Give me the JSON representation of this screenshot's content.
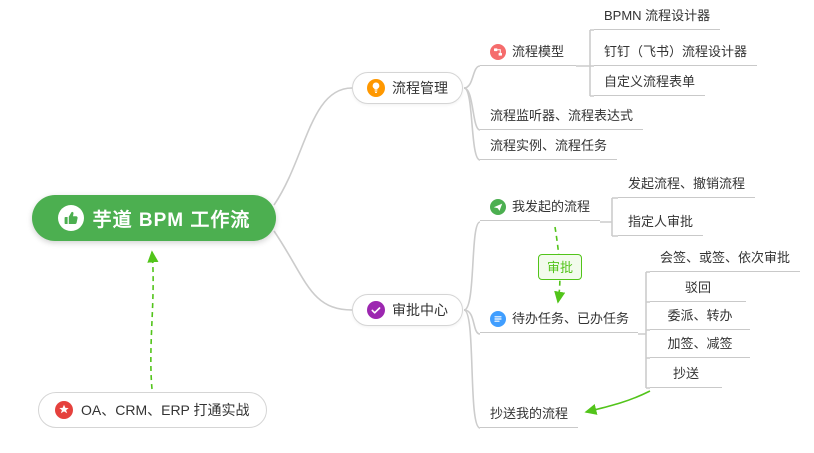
{
  "root": {
    "label": "芋道 BPM 工作流"
  },
  "practice": {
    "label": "OA、CRM、ERP 打通实战"
  },
  "approve_tag": "审批",
  "branch1": {
    "label": "流程管理",
    "model": {
      "label": "流程模型",
      "children": [
        "BPMN 流程设计器",
        "钉钉（飞书）流程设计器",
        "自定义流程表单"
      ]
    },
    "listener": "流程监听器、流程表达式",
    "instance": "流程实例、流程任务"
  },
  "branch2": {
    "label": "审批中心",
    "my_started": {
      "label": "我发起的流程",
      "children": [
        "发起流程、撤销流程",
        "指定人审批"
      ]
    },
    "tasks": {
      "label": "待办任务、已办任务",
      "children": [
        "会签、或签、依次审批",
        "驳回",
        "委派、转办",
        "加签、减签",
        "抄送"
      ]
    },
    "cc": "抄送我的流程"
  },
  "colors": {
    "root_bg": "#4caf50",
    "arrow_green": "#52c41a",
    "connector_gray": "#cccccc",
    "icon_orange": "#ff9800",
    "icon_purple": "#9c27b0",
    "icon_red": "#f56c6c",
    "icon_green": "#4caf50",
    "icon_blue": "#409eff",
    "icon_star_red": "#e5413d"
  }
}
